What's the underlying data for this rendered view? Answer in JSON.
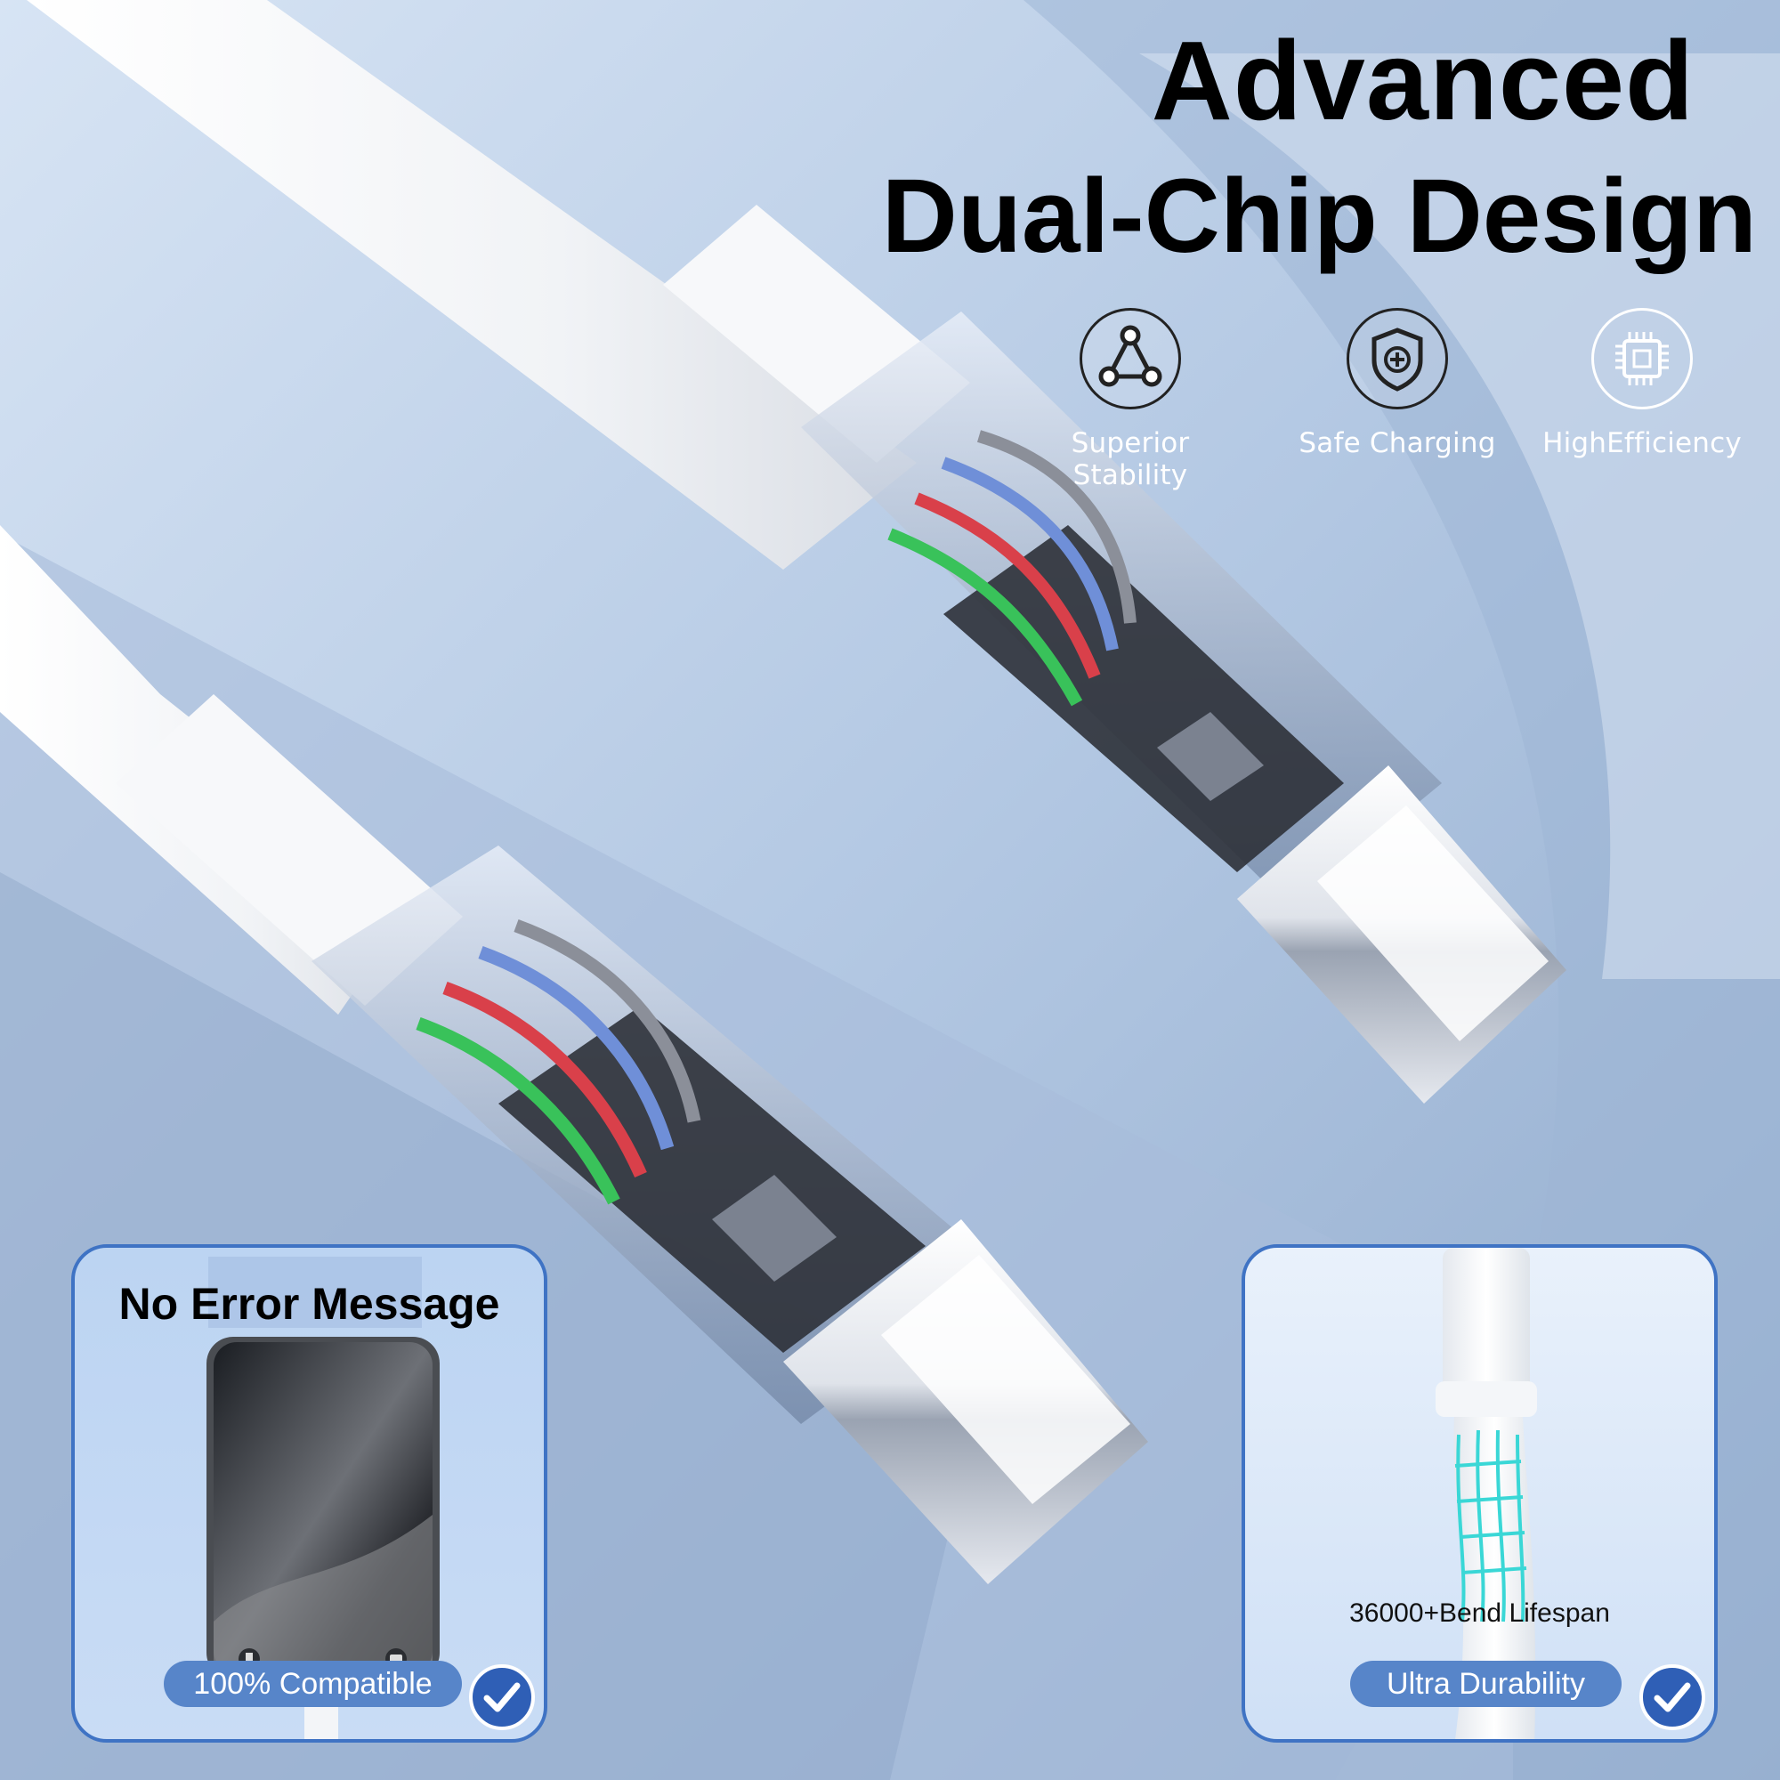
{
  "headline": {
    "line1": "Advanced",
    "line2": "Dual-Chip Design"
  },
  "features": [
    {
      "label": "Superior Stability",
      "icon": "triangle-network-icon"
    },
    {
      "label": "Safe Charging",
      "icon": "shield-plus-icon"
    },
    {
      "label": "HighEfficiency",
      "icon": "chip-icon"
    }
  ],
  "left_card": {
    "title": "No Error Message",
    "pill": "100% Compatible",
    "icon": "checkmark-icon"
  },
  "right_card": {
    "bend_label": "36000+Bend Lifespan",
    "pill": "Ultra Durability",
    "icon": "checkmark-icon"
  },
  "colors": {
    "accent_blue": "#3f73c4",
    "pill_blue": "#5785c9",
    "background": "#b9cde6"
  }
}
